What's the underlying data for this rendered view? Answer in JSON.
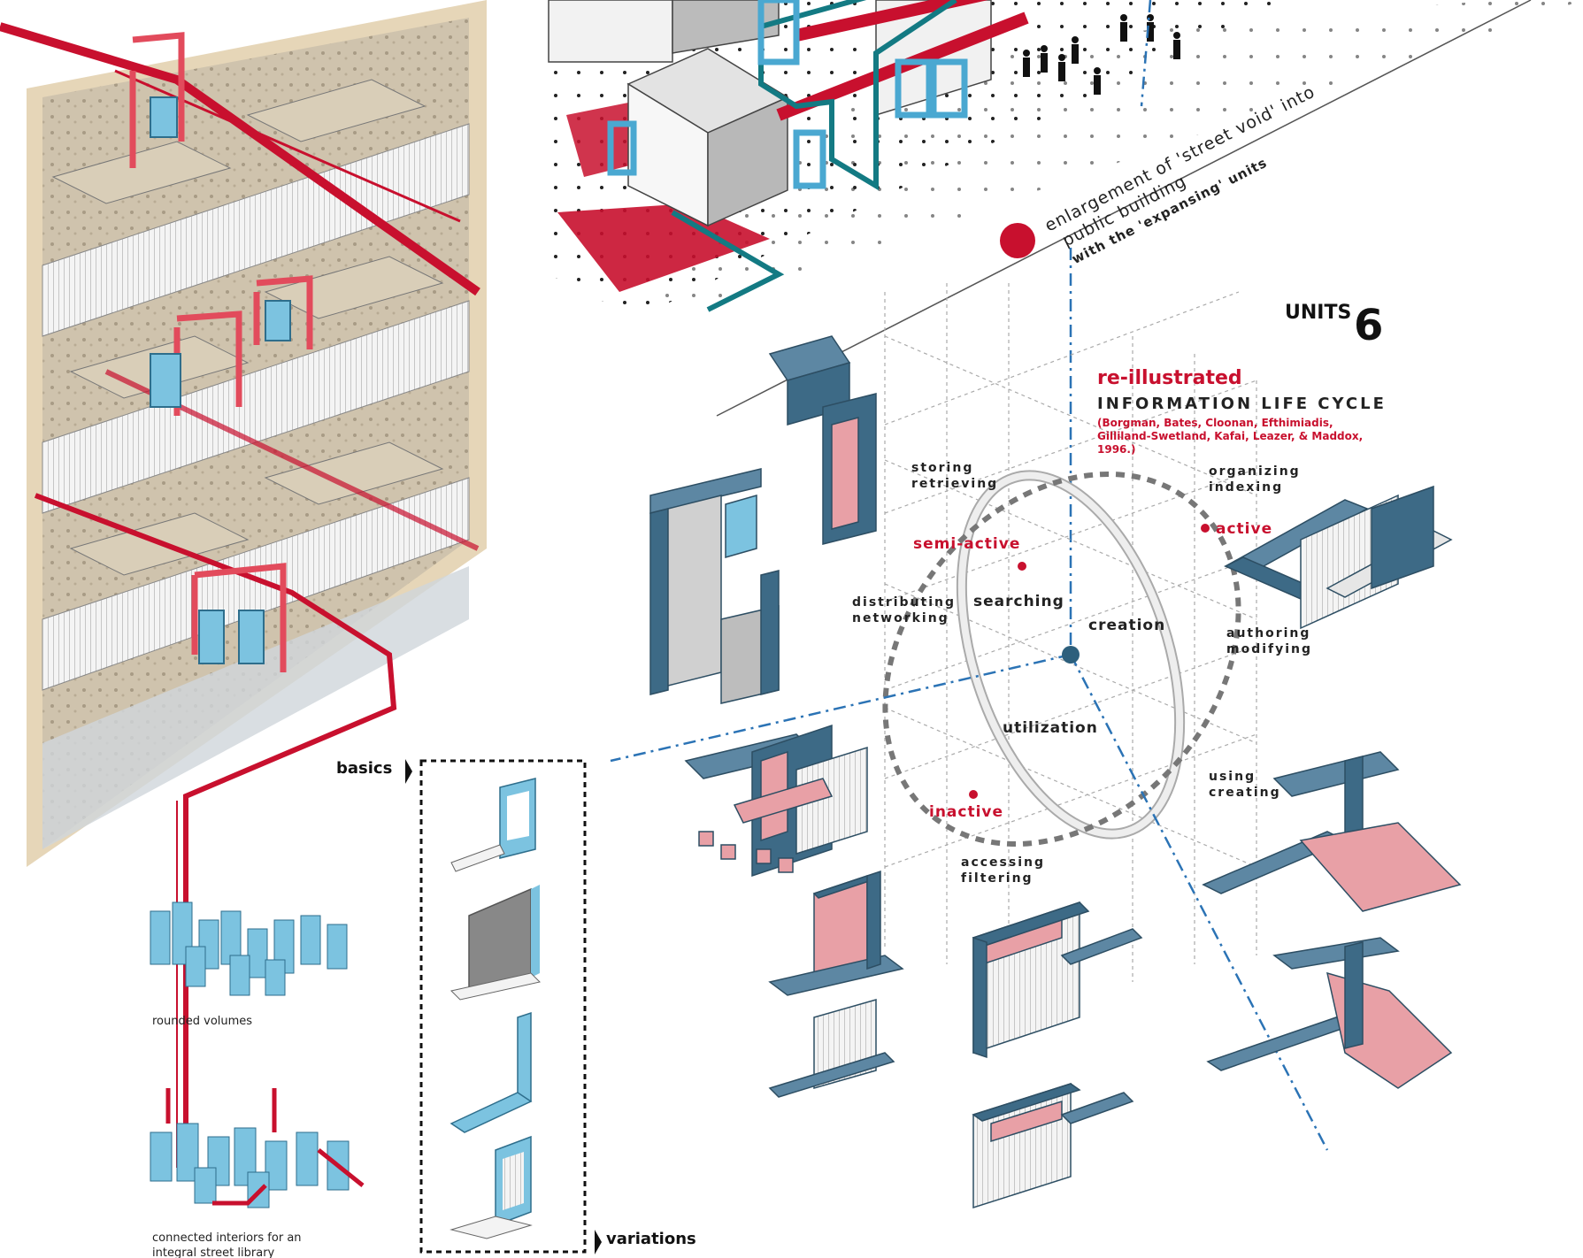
{
  "title": {
    "units_label": "UNITS",
    "units_number": "6"
  },
  "lifecycle": {
    "heading": "re-illustrated",
    "subheading": "INFORMATION LIFE CYCLE",
    "citation_line1": "(Borgman, Bates, Cloonan, Efthimiadis,",
    "citation_line2": "Gilliland-Swetland, Kafai, Leazer, & Maddox,",
    "citation_line3": "1996.)",
    "states": {
      "semi_active": "semi-active",
      "active": "active",
      "inactive": "inactive"
    },
    "stages": {
      "searching": "searching",
      "creation": "creation",
      "utilization": "utilization"
    },
    "activities": {
      "storing": "storing",
      "retrieving": "retrieving",
      "organizing": "organizing",
      "indexing": "indexing",
      "distributing": "distributing",
      "networking": "networking",
      "authoring": "authoring",
      "modifying": "modifying",
      "using": "using",
      "creating": "creating",
      "accessing": "accessing",
      "filtering": "filtering"
    }
  },
  "annotation": {
    "line1": "enlargement of 'street void' into",
    "line2": "public building",
    "line3": "with the 'expansing' units"
  },
  "legend": {
    "basics": "basics",
    "variations": "variations",
    "rounded_volumes": "rounded volumes",
    "connected_line1": "connected interiors for an",
    "connected_line2": "integral street library"
  },
  "colors": {
    "accent_red": "#c8102e",
    "unit_blue": "#3d6a86",
    "light_blue": "#7cc3e0",
    "pink": "#e8a0a6",
    "beige": "#e6d6b8"
  }
}
